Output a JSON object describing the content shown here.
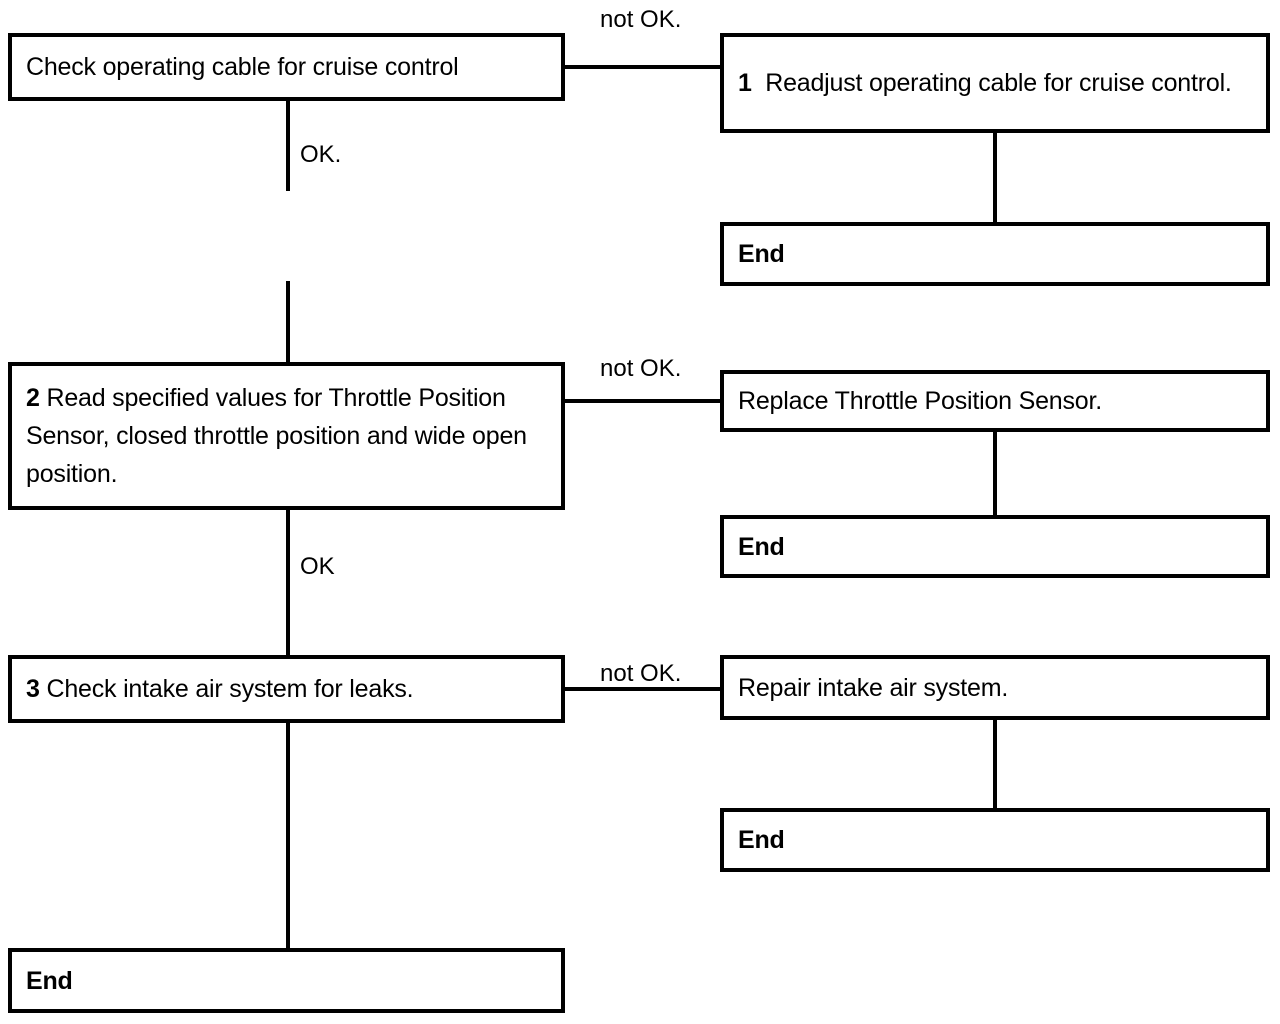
{
  "diagram": {
    "title": "Cruise control / throttle position troubleshooting flowchart",
    "type": "flowchart",
    "colors": {
      "line": "#000000",
      "background": "#ffffff",
      "text": "#000000"
    },
    "nodes": [
      {
        "id": "check-cable",
        "step": "",
        "text": "Check operating cable for cruise control",
        "kind": "check"
      },
      {
        "id": "readjust-cable",
        "step": "1",
        "text": "Readjust operating cable for cruise control.",
        "kind": "action"
      },
      {
        "id": "end-1",
        "step": "",
        "text": "End",
        "kind": "terminal"
      },
      {
        "id": "read-values",
        "step": "2",
        "text": "Read specified values for Throttle Position Sensor, closed throttle position and wide open position.",
        "kind": "check"
      },
      {
        "id": "replace-tps",
        "step": "",
        "text": "Replace Throttle Position Sensor.",
        "kind": "action"
      },
      {
        "id": "end-2",
        "step": "",
        "text": "End",
        "kind": "terminal"
      },
      {
        "id": "check-intake",
        "step": "3",
        "text": "Check intake air system for leaks.",
        "kind": "check"
      },
      {
        "id": "repair-intake",
        "step": "",
        "text": "Repair intake air system.",
        "kind": "action"
      },
      {
        "id": "end-3",
        "step": "",
        "text": "End",
        "kind": "terminal"
      },
      {
        "id": "end-left",
        "step": "",
        "text": "End",
        "kind": "terminal"
      }
    ],
    "edges": [
      {
        "id": "e1",
        "from": "check-cable",
        "to": "readjust-cable",
        "label": "not OK."
      },
      {
        "id": "e2",
        "from": "check-cable",
        "to": "read-values",
        "label": "OK."
      },
      {
        "id": "e3",
        "from": "readjust-cable",
        "to": "end-1",
        "label": ""
      },
      {
        "id": "e4",
        "from": "read-values",
        "to": "replace-tps",
        "label": "not OK."
      },
      {
        "id": "e5",
        "from": "read-values",
        "to": "check-intake",
        "label": "OK"
      },
      {
        "id": "e6",
        "from": "replace-tps",
        "to": "end-2",
        "label": ""
      },
      {
        "id": "e7",
        "from": "check-intake",
        "to": "repair-intake",
        "label": "not OK."
      },
      {
        "id": "e8",
        "from": "check-intake",
        "to": "end-left",
        "label": ""
      },
      {
        "id": "e9",
        "from": "repair-intake",
        "to": "end-3",
        "label": ""
      }
    ],
    "labels": {
      "not_ok_1": "not OK.",
      "not_ok_2": "not OK.",
      "not_ok_3": "not OK.",
      "ok_1": "OK.",
      "ok_2": "OK"
    },
    "node_text": {
      "check_cable": "Check operating cable for cruise control",
      "readjust_cable_num": "1",
      "readjust_cable": "Readjust operating cable for cruise control.",
      "read_values_num": "2",
      "read_values": "Read specified values for Throttle Position Sensor, closed throttle position and wide open position.",
      "replace_tps": "Replace Throttle Position Sensor.",
      "check_intake_num": "3",
      "check_intake": "Check intake air system for leaks.",
      "repair_intake": "Repair intake air system.",
      "end_1": "End",
      "end_2": "End",
      "end_3": "End",
      "end_left": "End"
    }
  }
}
